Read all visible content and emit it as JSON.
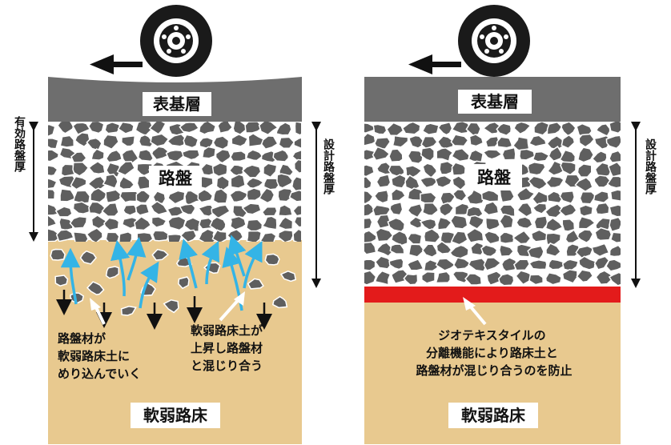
{
  "left": {
    "surface_label": "表基層",
    "base_label": "路盤",
    "subgrade_label": "軟弱路床",
    "effective_thickness_label": "有効路盤厚",
    "design_thickness_label": "設計路盤厚",
    "note_aggregate": [
      "路盤材が",
      "軟弱路床土に",
      "めり込んでいく"
    ],
    "note_soil": [
      "軟弱路床土が",
      "上昇し路盤材",
      "と混じり合う"
    ]
  },
  "right": {
    "surface_label": "表基層",
    "base_label": "路盤",
    "subgrade_label": "軟弱路床",
    "design_thickness_label": "設計路盤厚",
    "note_geotextile": [
      "ジオテキスタイルの",
      "分離機能により路床土と",
      "路盤材が混じり合うのを防止"
    ]
  },
  "colors": {
    "surface": "#6e6e6e",
    "stone": "#5f5f5f",
    "soil": "#e8c98f",
    "geotextile": "#e31b1b",
    "arrow_up": "#34b4e6",
    "ink": "#111111"
  }
}
